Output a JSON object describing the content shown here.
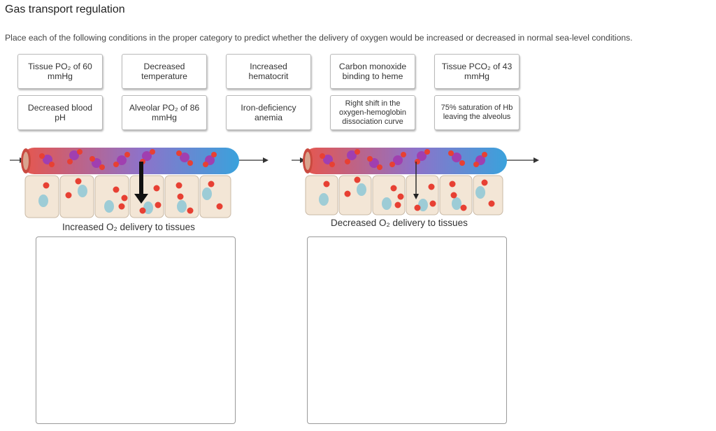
{
  "title": "Gas transport regulation",
  "instructions": "Place each of the following conditions in the proper category to predict whether the delivery of oxygen would be increased or decreased in normal sea-level conditions.",
  "cards": [
    {
      "label": "Tissue PO₂ of 60 mmHg"
    },
    {
      "label": "Decreased temperature"
    },
    {
      "label": "Increased hematocrit"
    },
    {
      "label": "Carbon monoxide binding to heme"
    },
    {
      "label": "Tissue PCO₂ of 43 mmHg"
    },
    {
      "label": "Decreased blood pH"
    },
    {
      "label": "Alveolar PO₂ of 86 mmHg"
    },
    {
      "label": "Iron-deficiency anemia"
    },
    {
      "label": "Right shift in the oxygen-hemoglobin dissociation curve"
    },
    {
      "label": "75% saturation of Hb leaving the alveolus"
    }
  ],
  "categories": {
    "increased": {
      "label": "Increased O₂ delivery to tissues"
    },
    "decreased": {
      "label": "Decreased O₂ delivery to tissues"
    }
  },
  "colors": {
    "vessel_start": "#e8564b",
    "vessel_mid": "#8e72c9",
    "vessel_end": "#3aa2dc",
    "cell": "#f3e6d6",
    "oxygen": "#e74033",
    "nucleus": "#8fc8d6",
    "hemoglobin": "#a03fb0"
  }
}
